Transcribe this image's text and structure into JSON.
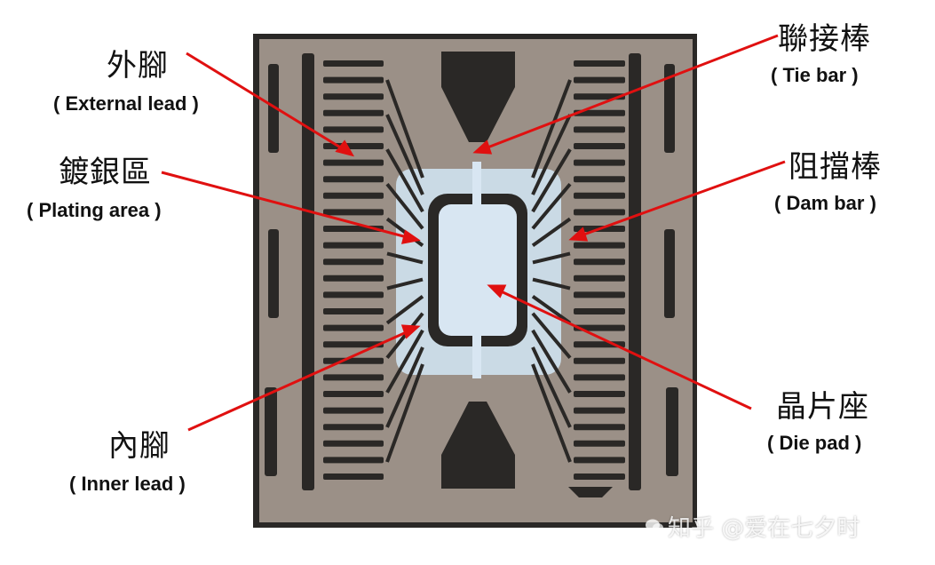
{
  "labels": {
    "external_lead": {
      "zh": "外腳",
      "en": "( External lead )"
    },
    "plating_area": {
      "zh": "鍍銀區",
      "en": "( Plating area )"
    },
    "inner_lead": {
      "zh": "內腳",
      "en": "( Inner lead )"
    },
    "tie_bar": {
      "zh": "聯接棒",
      "en": "( Tie bar )"
    },
    "dam_bar": {
      "zh": "阻擋棒",
      "en": "( Dam bar )"
    },
    "die_pad": {
      "zh": "晶片座",
      "en": "( Die pad )"
    }
  },
  "watermark": {
    "text": "知乎 @爱在七夕时"
  },
  "colors": {
    "arrow": "#e01010",
    "frame_background": "#2a2826",
    "metal": "#9b9087",
    "plating": "#cfe2f0",
    "die_pad": "#d8e6f2"
  }
}
